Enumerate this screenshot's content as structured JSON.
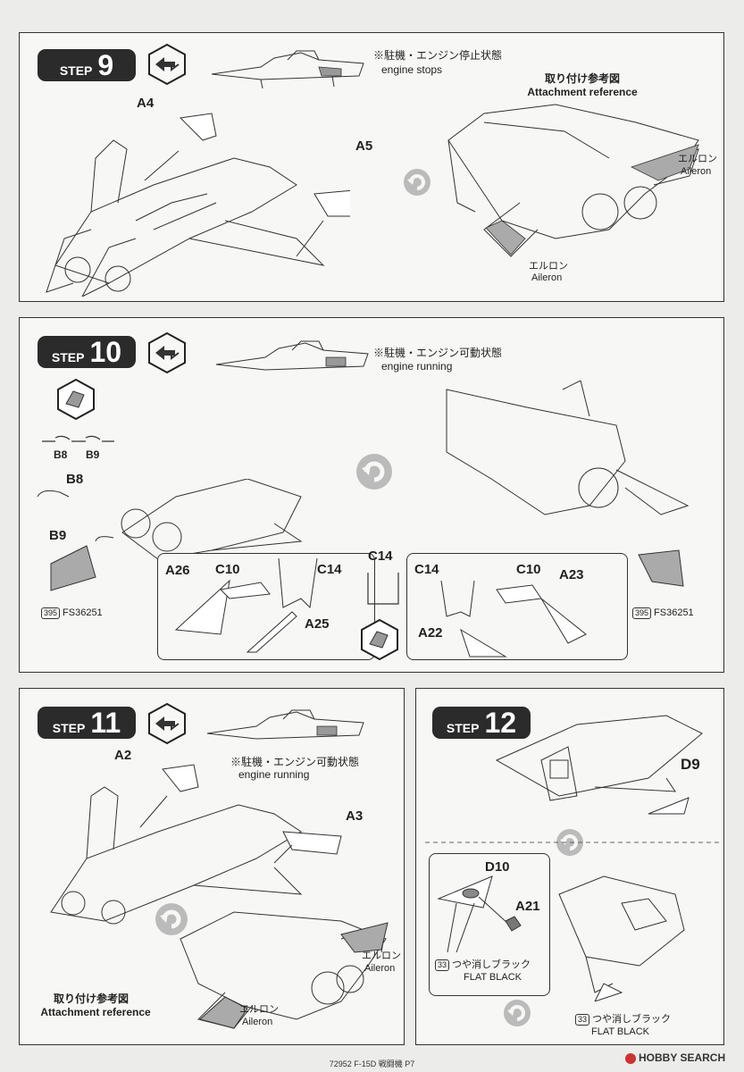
{
  "step9": {
    "badge_word": "STEP",
    "badge_num": "9",
    "note_jp": "※駐機・エンジン停止状態",
    "note_en": "engine stops",
    "ref_jp": "取り付け参考図",
    "ref_en": "Attachment reference",
    "parts": [
      "A4",
      "A5"
    ],
    "aileron_jp": "エルロン",
    "aileron_en": "Aileron"
  },
  "step10": {
    "badge_word": "STEP",
    "badge_num": "10",
    "note_jp": "※駐機・エンジン可動状態",
    "note_en": "engine running",
    "parts_left": [
      "B8",
      "B9",
      "A26",
      "C10",
      "C14",
      "A25"
    ],
    "parts_mid": "C14",
    "parts_right": [
      "C14",
      "C10",
      "A23",
      "A22"
    ],
    "paint_num": "395",
    "paint_code": "FS36251"
  },
  "step11": {
    "badge_word": "STEP",
    "badge_num": "11",
    "note_jp": "※駐機・エンジン可動状態",
    "note_en": "engine running",
    "parts": [
      "A2",
      "A3"
    ],
    "ref_jp": "取り付け参考図",
    "ref_en": "Attachment reference",
    "aileron_jp": "エルロン",
    "aileron_en": "Aileron"
  },
  "step12": {
    "badge_word": "STEP",
    "badge_num": "12",
    "parts": [
      "D9",
      "D10",
      "A21"
    ],
    "paint_num": "33",
    "paint_jp": "つや消しブラック",
    "paint_en": "FLAT BLACK"
  },
  "footer": "72952 F-15D 戦闘機 P7",
  "brand": "HOBBY SEARCH",
  "icons": [
    "swap-direction-icon",
    "rotate-view-icon"
  ]
}
